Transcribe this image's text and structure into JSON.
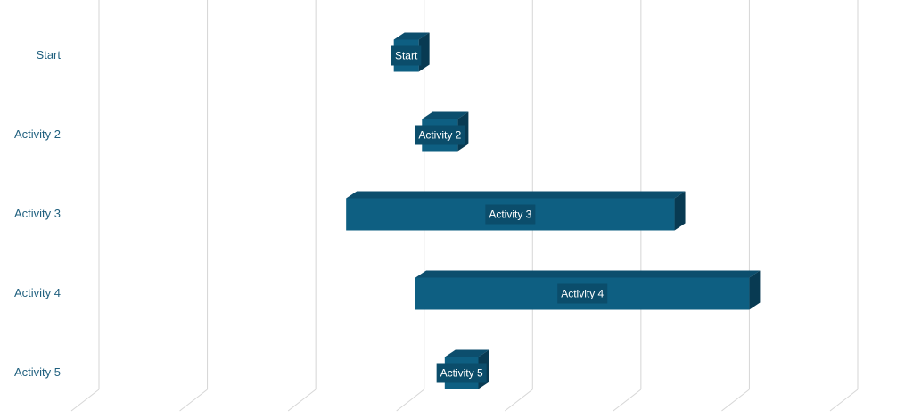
{
  "chart_data": {
    "type": "bar",
    "orientation": "horizontal",
    "style": "3d-gantt",
    "categories": [
      "Start",
      "Activity 2",
      "Activity 3",
      "Activity 4",
      "Activity 5"
    ],
    "tasks": [
      {
        "label": "Start",
        "start": 2.72,
        "end": 2.95
      },
      {
        "label": "Activity 2",
        "start": 2.98,
        "end": 3.31
      },
      {
        "label": "Activity 3",
        "start": 2.28,
        "end": 5.31
      },
      {
        "label": "Activity 4",
        "start": 2.92,
        "end": 6.0
      },
      {
        "label": "Activity 5",
        "start": 3.19,
        "end": 3.5
      }
    ],
    "xlim": [
      0,
      7
    ],
    "gridlines": true,
    "legend": "none",
    "title": "",
    "xlabel": "",
    "ylabel": ""
  },
  "colors": {
    "bar_front": "#0e5f82",
    "bar_top": "#0c4e6d",
    "bar_side": "#083a52",
    "label_text": "#1f5f7e",
    "gridline": "#d6d6d6"
  }
}
